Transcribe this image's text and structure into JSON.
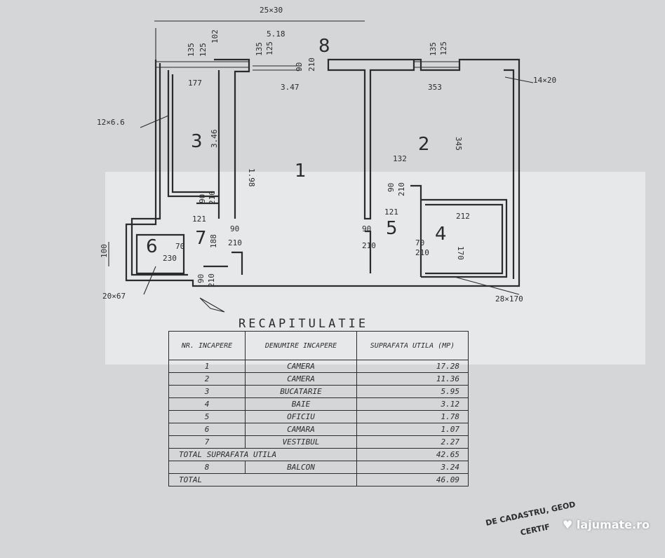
{
  "dims": {
    "top_overall": "25×30",
    "w135a": "135",
    "w125a": "125",
    "w102": "102",
    "w135b": "135",
    "w125b": "125",
    "w518": "5.18",
    "w90": "90",
    "w210a": "210",
    "w135c": "135",
    "w125c": "125",
    "r1_width": "3.47",
    "r1_height": "1.98",
    "r3_width": "177",
    "r3_height": "3.46",
    "r2_width": "353",
    "r2_height": "345",
    "r2_inner": "132",
    "r5_width": "121",
    "r5_d90": "90",
    "r5_d210": "210",
    "r4_width": "212",
    "r4_height": "170",
    "r4_d70": "70",
    "r4_d210": "210",
    "r7_width": "121",
    "r7_height": "188",
    "r7_d90": "90",
    "r7_d210": "210",
    "r7_d90b": "90",
    "r7_d210b": "210",
    "r6_w70": "70",
    "r6_w230": "230",
    "r6_h100": "100",
    "r1_d90": "90",
    "r1_d210": "210",
    "r5b_d90": "90",
    "r5b_d210": "210",
    "win_12x66": "12×6.6",
    "win_14x20": "14×20",
    "win_20x67": "20×67",
    "win_28x170": "28×170"
  },
  "rooms": {
    "r1": "1",
    "r2": "2",
    "r3": "3",
    "r4": "4",
    "r5": "5",
    "r6": "6",
    "r7": "7",
    "r8": "8"
  },
  "recap": {
    "title": "RECAPITULATIE",
    "headers": [
      "NR. INCAPERE",
      "DENUMIRE INCAPERE",
      "SUPRAFATA UTILA (MP)"
    ],
    "rows": [
      {
        "nr": "1",
        "name": "CAMERA",
        "area": "17.28"
      },
      {
        "nr": "2",
        "name": "CAMERA",
        "area": "11.36"
      },
      {
        "nr": "3",
        "name": "BUCATARIE",
        "area": "5.95"
      },
      {
        "nr": "4",
        "name": "BAIE",
        "area": "3.12"
      },
      {
        "nr": "5",
        "name": "OFICIU",
        "area": "1.78"
      },
      {
        "nr": "6",
        "name": "CAMARA",
        "area": "1.07"
      },
      {
        "nr": "7",
        "name": "VESTIBUL",
        "area": "2.27"
      }
    ],
    "total_useful_label": "TOTAL SUPRAFATA UTILA",
    "total_useful_value": "42.65",
    "balcony": {
      "nr": "8",
      "name": "BALCON",
      "area": "3.24"
    },
    "total_label": "TOTAL",
    "total_value": "46.09"
  },
  "logo": "lajumate.ro",
  "stamp": "DE CADASTRU, GEOD",
  "stamp2": "CERTIF"
}
